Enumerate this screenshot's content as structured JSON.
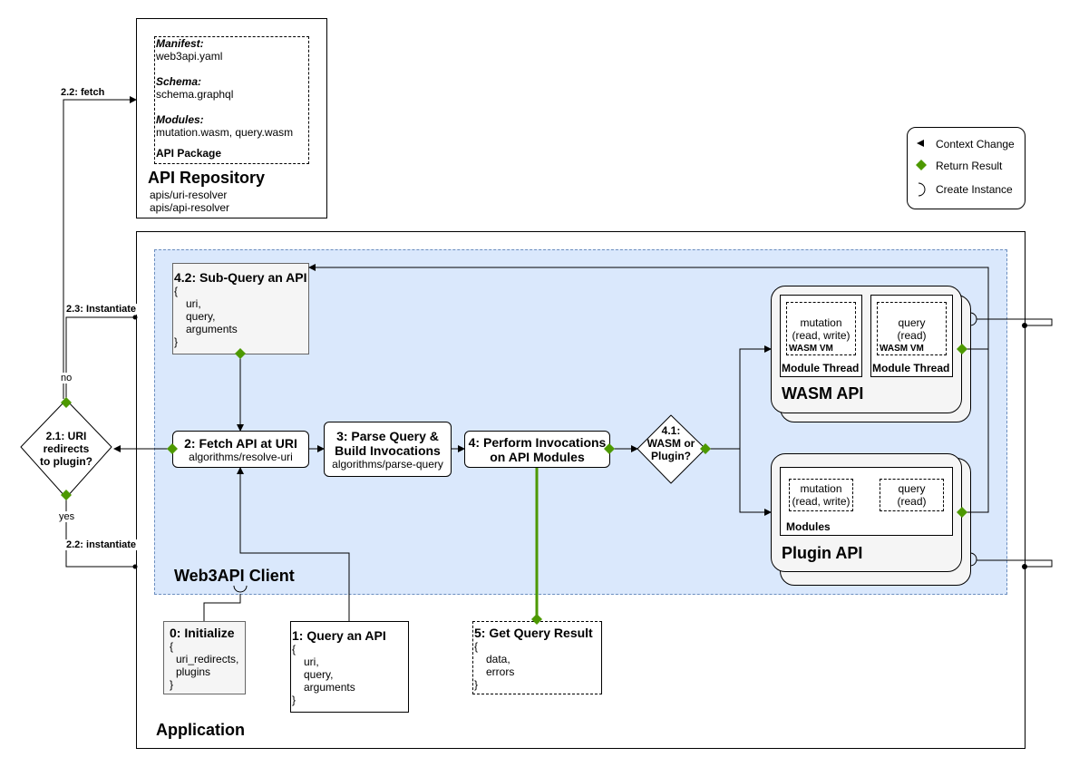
{
  "api_repository": {
    "manifest_label": "Manifest:",
    "manifest_value": "web3api.yaml",
    "schema_label": "Schema:",
    "schema_value": "schema.graphql",
    "modules_label": "Modules:",
    "modules_value": "mutation.wasm, query.wasm",
    "package_label": "API Package",
    "title": "API Repository",
    "resolver_1": "apis/uri-resolver",
    "resolver_2": "apis/api-resolver"
  },
  "legend": {
    "context_change": "Context Change",
    "return_result": "Return Result",
    "create_instance": "Create Instance"
  },
  "client": {
    "title": "Web3API Client",
    "subquery": {
      "title": "4.2: Sub-Query an API",
      "open": "{",
      "args": [
        "uri,",
        "query,",
        "arguments"
      ],
      "close": "}"
    },
    "fetch": {
      "title": "2: Fetch API at URI",
      "sub": "algorithms/resolve-uri"
    },
    "parse": {
      "title_1": "3: Parse Query &",
      "title_2": "Build Invocations",
      "sub": "algorithms/parse-query"
    },
    "perform": {
      "title_1": "4: Perform Invocations",
      "title_2": "on API Modules"
    },
    "decision_41": {
      "line1": "4.1:",
      "line2": "WASM or",
      "line3": "Plugin?"
    }
  },
  "wasm_api": {
    "title": "WASM API",
    "mutation": {
      "line1": "mutation",
      "line2": "(read, write)",
      "vm": "WASM VM",
      "thread": "Module Thread"
    },
    "query": {
      "line1": "query",
      "line2": "(read)",
      "vm": "WASM VM",
      "thread": "Module Thread"
    }
  },
  "plugin_api": {
    "title": "Plugin API",
    "mutation": {
      "line1": "mutation",
      "line2": "(read, write)"
    },
    "query": {
      "line1": "query",
      "line2": "(read)"
    },
    "modules": "Modules"
  },
  "decision_21": {
    "line1": "2.1: URI",
    "line2": "redirects",
    "line3": "to plugin?"
  },
  "edges": {
    "fetch": "2.2: fetch",
    "instantiate_23": "2.3: Instantiate",
    "instantiate_22": "2.2: instantiate",
    "no": "no",
    "yes": "yes"
  },
  "application": {
    "title": "Application",
    "initialize": {
      "title": "0: Initialize",
      "open": "{",
      "args": [
        "uri_redirects,",
        "plugins"
      ],
      "close": "}"
    },
    "query_api": {
      "title": "1: Query an API",
      "open": "{",
      "args": [
        "uri,",
        "query,",
        "arguments"
      ],
      "close": "}"
    },
    "result": {
      "title": "5: Get Query Result",
      "open": "{",
      "args": [
        "data,",
        "errors"
      ],
      "close": "}"
    }
  },
  "colors": {
    "client_fill": "#dae8fc",
    "client_border": "#6c8ebf",
    "result_green": "#4d9900",
    "api_card_fill": "#f5f5f5"
  }
}
